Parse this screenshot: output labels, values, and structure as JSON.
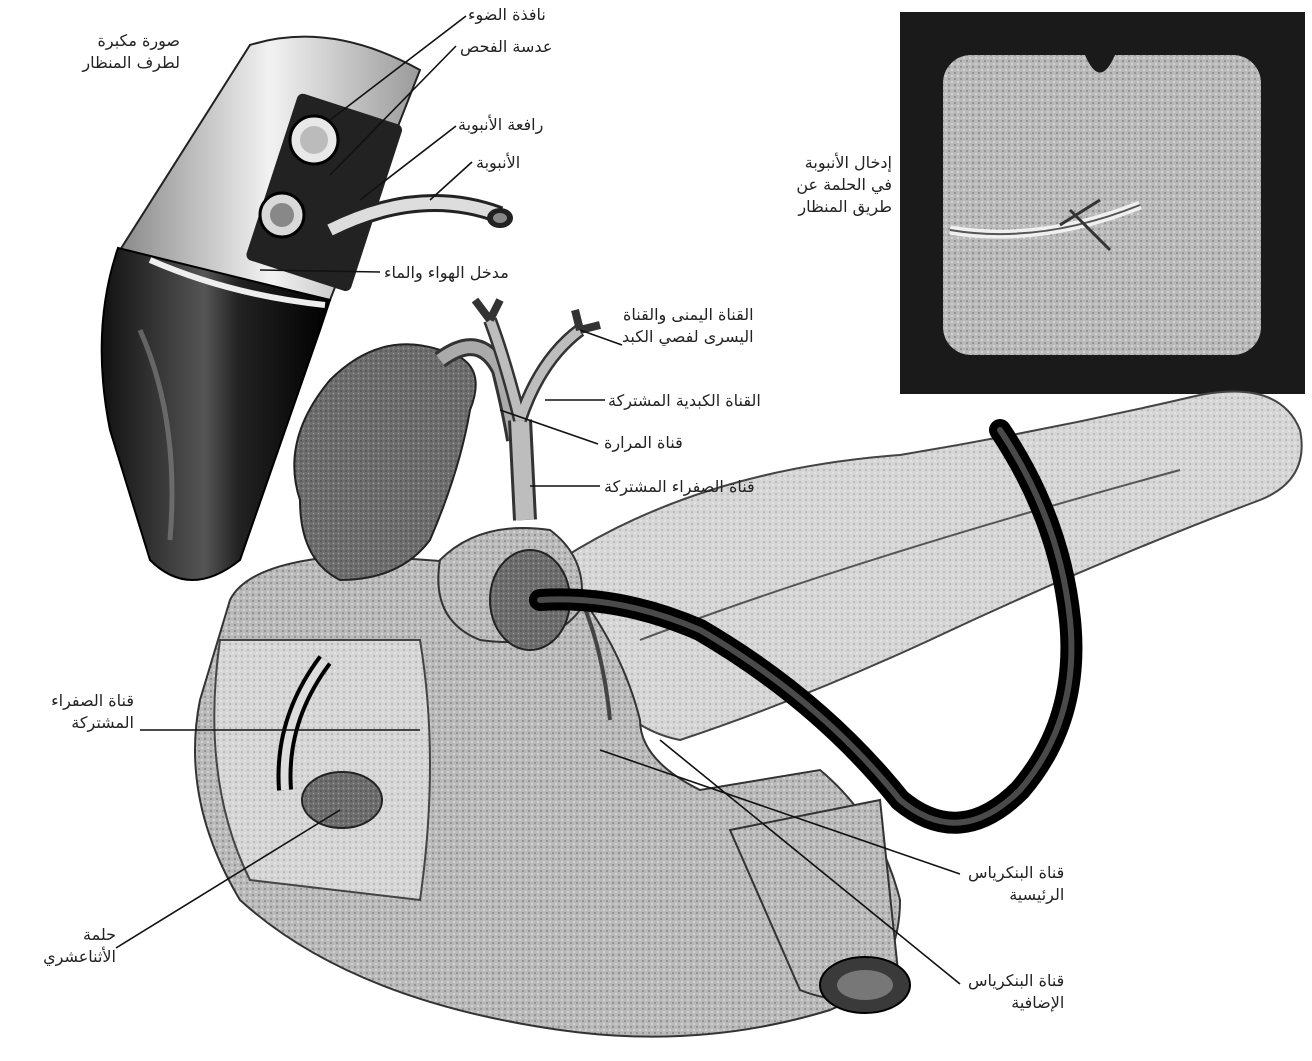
{
  "labels": {
    "magnified_tip": [
      "صورة مكبرة",
      "لطرف المنظار"
    ],
    "light_window": [
      "نافذة الضوء"
    ],
    "exam_lens": [
      "عدسة الفحص"
    ],
    "tube_lifter": [
      "رافعة الأنبوبة"
    ],
    "tube": [
      "الأنبوبة"
    ],
    "air_water_inlet": [
      "مدخل الهواء والماء"
    ],
    "insert_tube": [
      "إدخال الأنبوبة",
      "في الحلمة عن",
      "طريق المنظار"
    ],
    "hepatic_ducts": [
      "القناة اليمنى والقناة",
      "اليسرى لفصي الكبد"
    ],
    "common_hepatic": [
      "القناة الكبدية المشتركة"
    ],
    "cystic_duct": [
      "قناة المرارة"
    ],
    "common_bile": [
      "قناة الصفراء المشتركة"
    ],
    "common_bile_left": [
      "قناة الصفراء",
      "المشتركة"
    ],
    "main_pancreatic": [
      "قناة البنكرياس",
      "الرئيسية"
    ],
    "accessory_pancreatic": [
      "قناة البنكرياس",
      "الإضافية"
    ],
    "papilla": [
      "حلمة",
      "الأثناعشري"
    ]
  }
}
